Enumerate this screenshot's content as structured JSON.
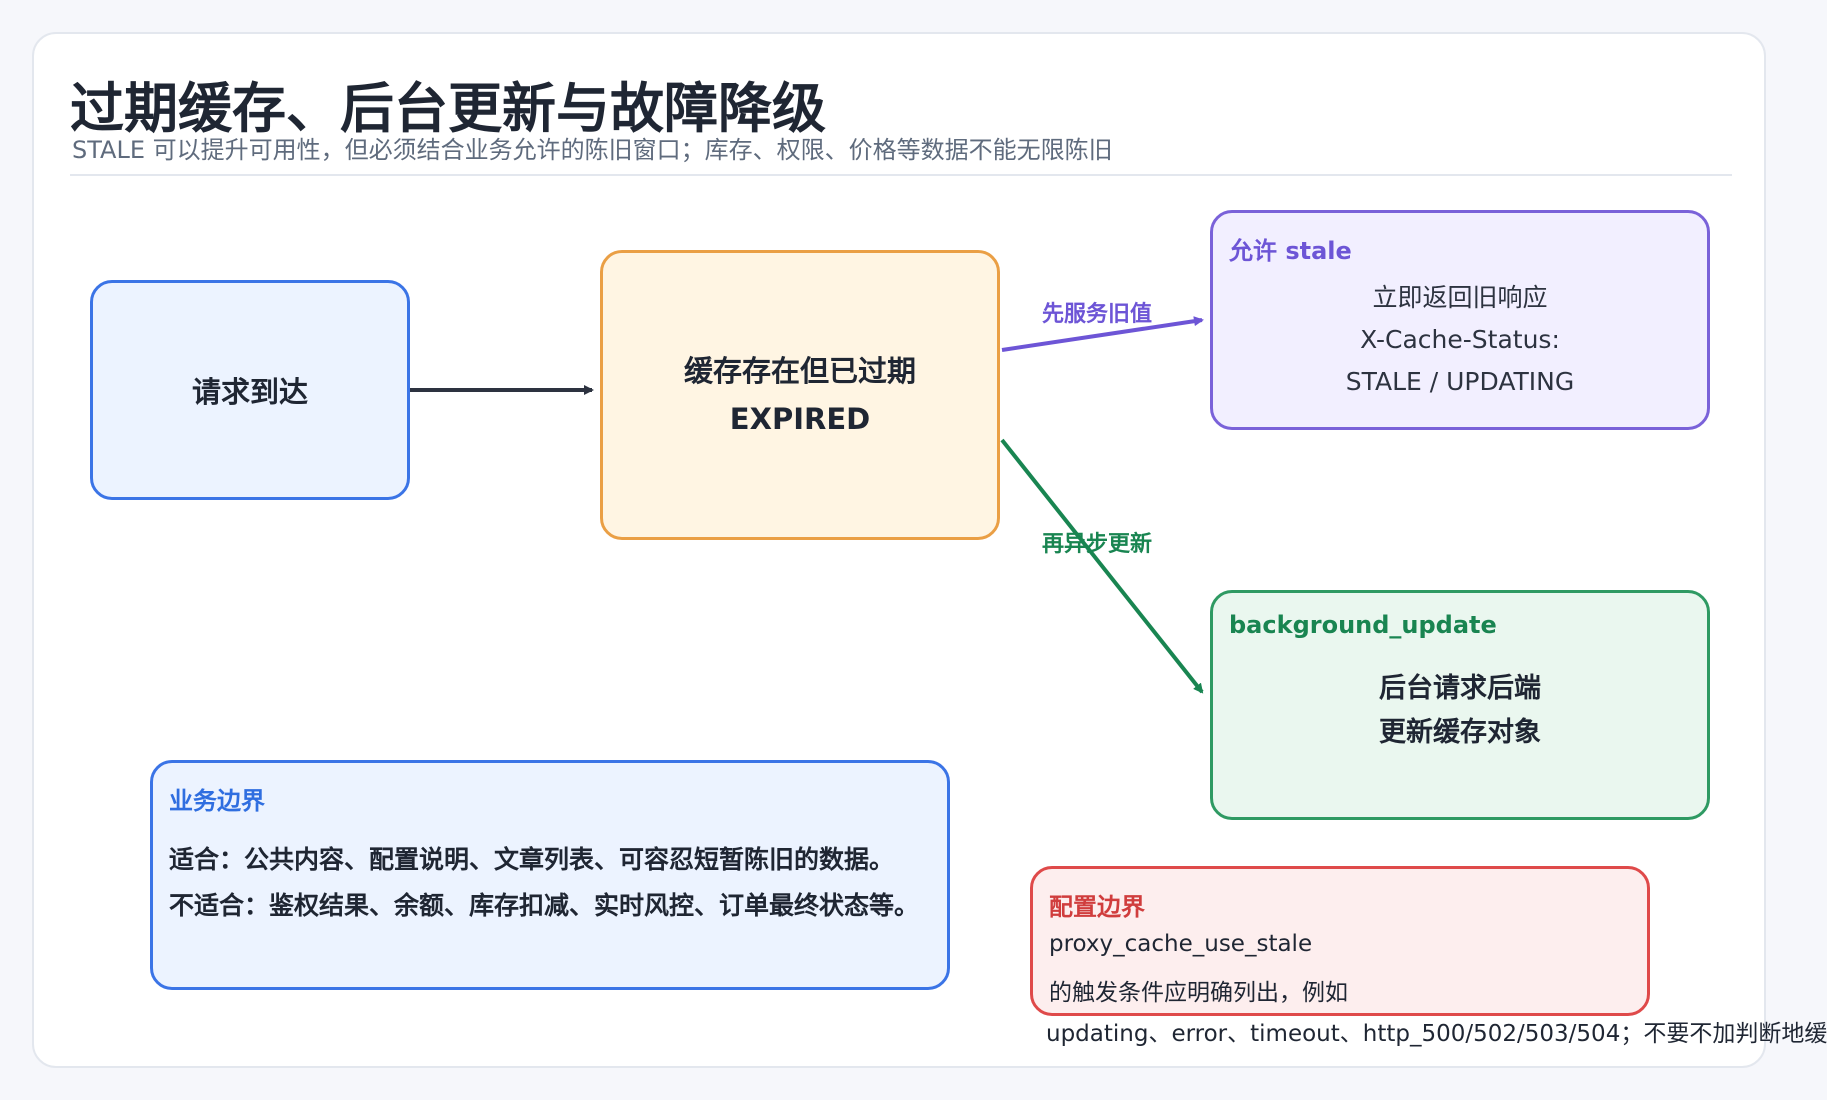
{
  "header": {
    "title": "过期缓存、后台更新与故障降级",
    "subtitle": "STALE 可以提升可用性，但必须结合业务允许的陈旧窗口；库存、权限、价格等数据不能无限陈旧"
  },
  "nodes": {
    "request": {
      "label": "请求到达"
    },
    "expired": {
      "line1": "缓存存在但已过期",
      "line2": "EXPIRED"
    },
    "stale": {
      "title": "允许 stale",
      "line1": "立即返回旧响应",
      "line2": "X-Cache-Status:",
      "line3": "STALE / UPDATING"
    },
    "background": {
      "title": "background_update",
      "line1": "后台请求后端",
      "line2": "更新缓存对象"
    },
    "business": {
      "title": "业务边界",
      "line1": "适合：公共内容、配置说明、文章列表、可容忍短暂陈旧的数据。",
      "line2": "不适合：鉴权结果、余额、库存扣减、实时风控、订单最终状态等。"
    },
    "config": {
      "title": "配置边界",
      "line1": "proxy_cache_use_stale",
      "line2": "的触发条件应明确列出，例如",
      "line3": "updating、error、timeout、http_500/502/503/504；不要不加判断地缓"
    }
  },
  "edges": {
    "serve_old": "先服务旧值",
    "async_update": "再异步更新"
  },
  "colors": {
    "blue": "#3b74e6",
    "orange": "#ea9f45",
    "purple": "#7a62d9",
    "green": "#2f9a63",
    "red": "#df4a4a",
    "dark": "#2d3340"
  }
}
